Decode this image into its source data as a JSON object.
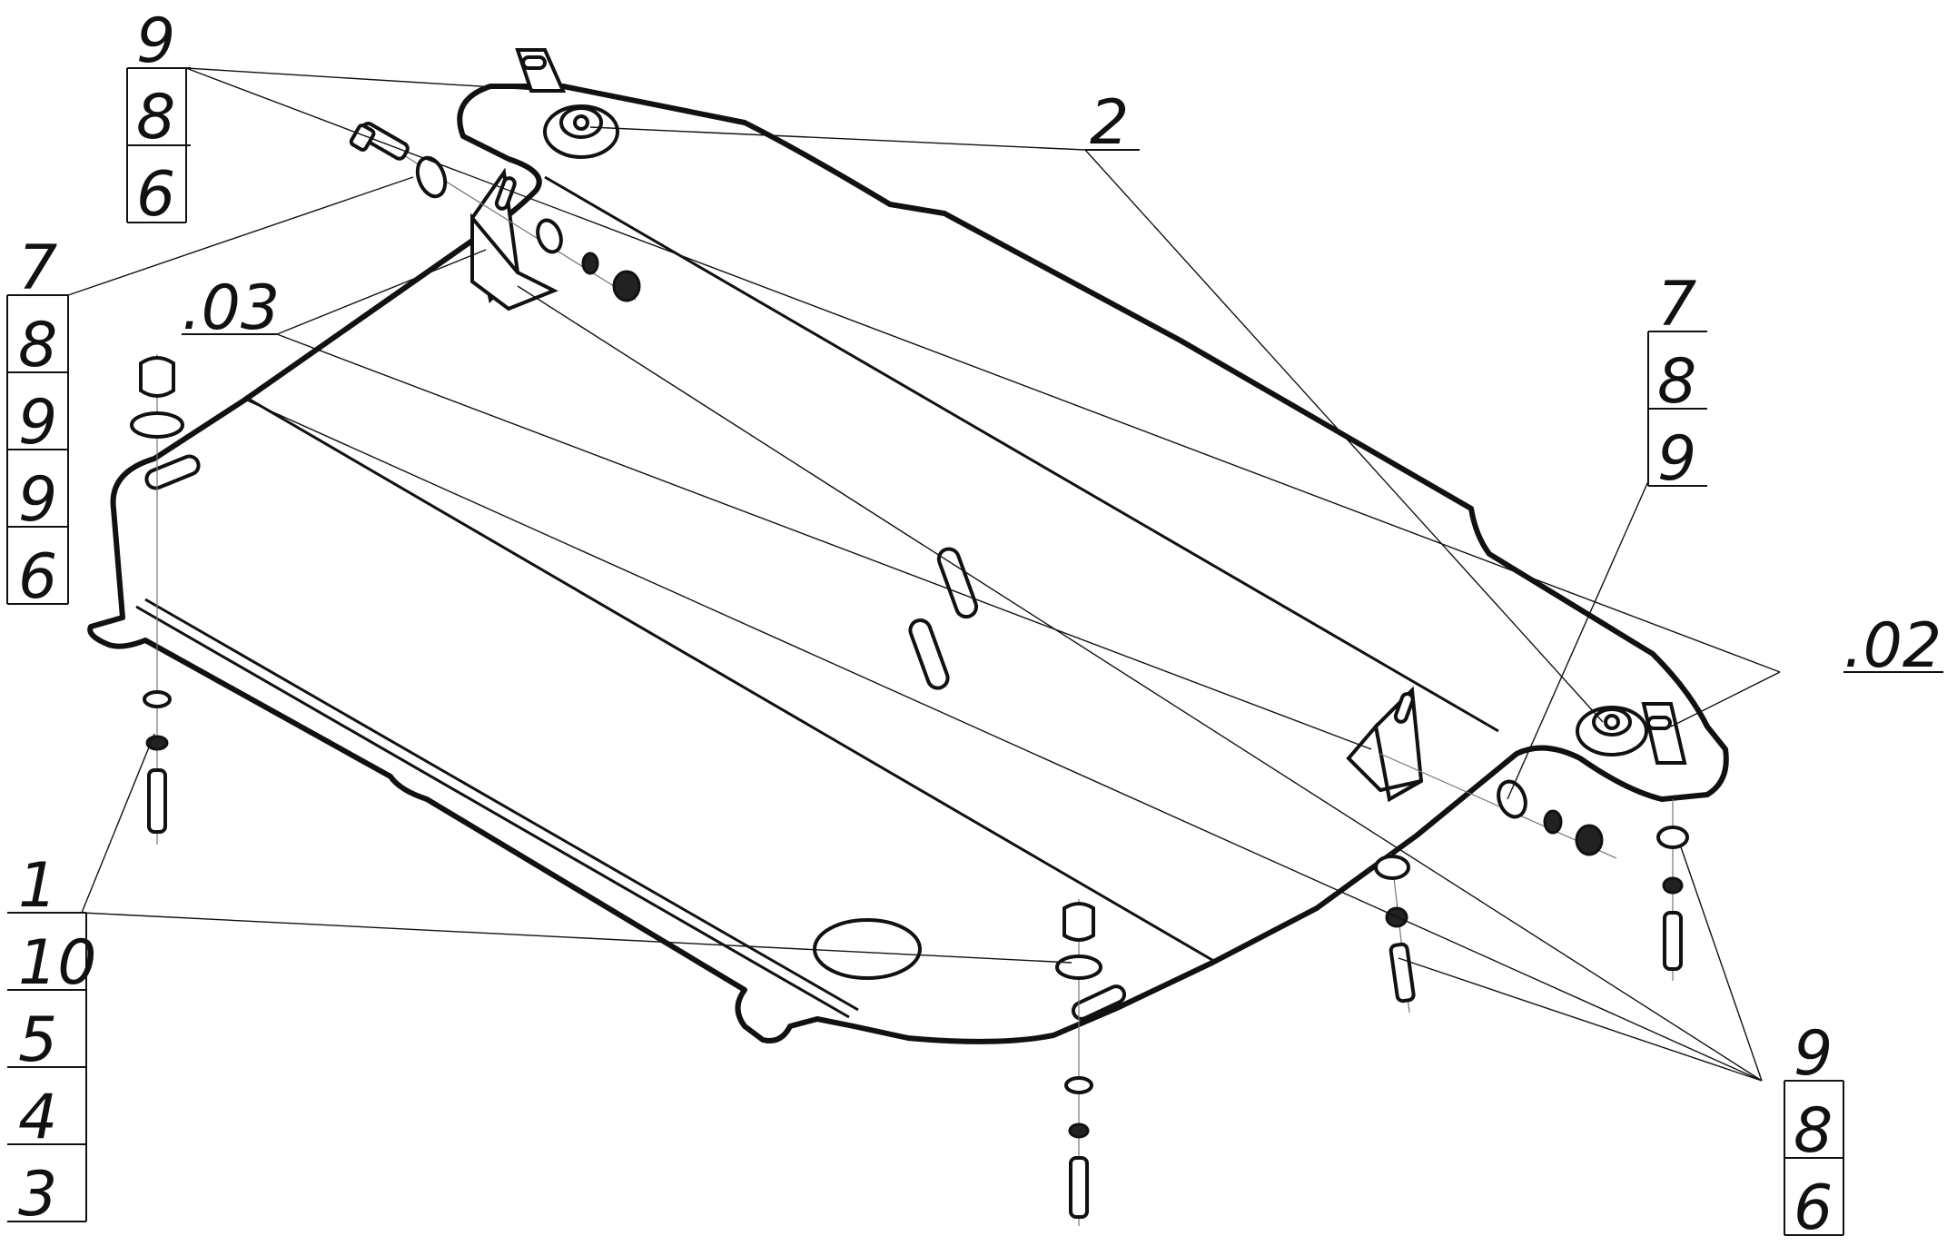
{
  "callouts": {
    "top_left": [
      "9",
      "8",
      "6"
    ],
    "left_upper": [
      "7",
      "8",
      "9",
      "9",
      "6"
    ],
    "left_lower": [
      "1",
      "10",
      "5",
      "4",
      "3"
    ],
    "right_upper": [
      "7",
      "8",
      "9"
    ],
    "right_lower": [
      "9",
      "8",
      "6"
    ],
    "part_2": "2",
    "part_03": ".03",
    "part_02": ".02"
  }
}
